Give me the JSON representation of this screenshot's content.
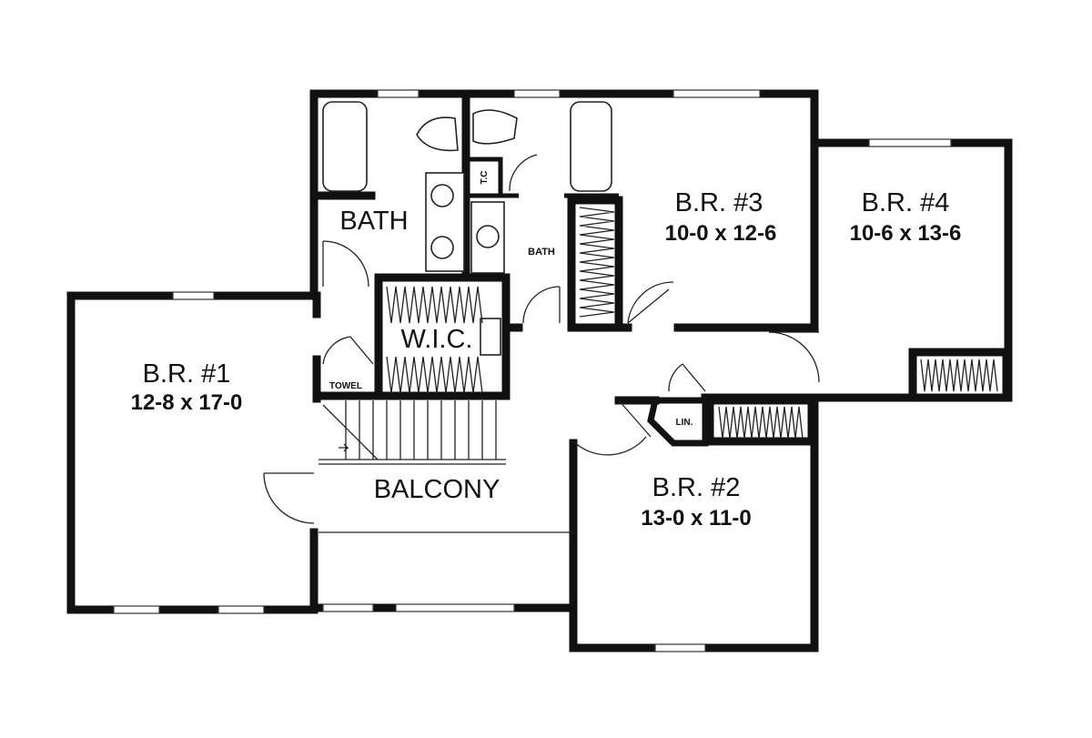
{
  "rooms": {
    "br1": {
      "name": "B.R. #1",
      "size": "12-8 x 17-0"
    },
    "br2": {
      "name": "B.R. #2",
      "size": "13-0 x 11-0"
    },
    "br3": {
      "name": "B.R. #3",
      "size": "10-0 x 12-6"
    },
    "br4": {
      "name": "B.R. #4",
      "size": "10-6 x 13-6"
    },
    "bath_master": "BATH",
    "bath_hall": "BATH",
    "wic": "W.I.C.",
    "towel": "TOWEL",
    "tc": "T.C",
    "linen": "LIN.",
    "balcony": "BALCONY"
  },
  "colors": {
    "wall": "#111111",
    "background": "#ffffff"
  }
}
